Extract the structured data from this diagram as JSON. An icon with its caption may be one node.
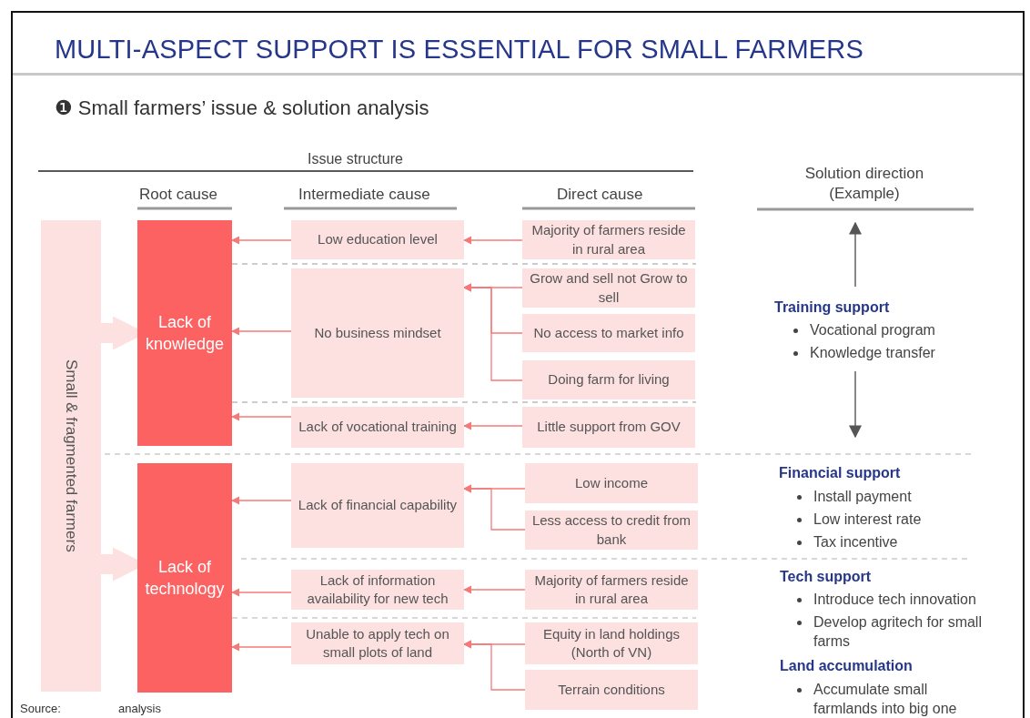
{
  "diagram": {
    "title": "MULTI-ASPECT SUPPORT IS ESSENTIAL FOR SMALL FARMERS",
    "nodes": [
      {
        "text": [
          "Small & fragmented farmers"
        ]
      },
      {
        "text": [
          "Lack of knowledge"
        ]
      },
      {
        "text": [
          "Lack of technology"
        ]
      },
      {
        "text": [
          "Low education level"
        ]
      },
      {
        "text": [
          "No business mindset"
        ]
      },
      {
        "text": [
          "Lack of vocational training"
        ]
      },
      {
        "text": [
          "Lack of financial capability"
        ]
      },
      {
        "text": [
          "Lack of information availability for new tech"
        ]
      },
      {
        "text": [
          "Unable to apply tech on small plots of land"
        ]
      },
      {
        "text": [
          "Majority of farmers reside in rural area"
        ]
      },
      {
        "text": [
          "Grow and sell not Grow to sell"
        ]
      },
      {
        "text": [
          "No access to market info"
        ]
      },
      {
        "text": [
          "Doing farm for living"
        ]
      },
      {
        "text": [
          "Little support from GOV"
        ]
      },
      {
        "text": [
          "Low income"
        ]
      },
      {
        "text": [
          "Less access to credit from bank"
        ]
      },
      {
        "text": [
          "Majority of farmers reside in rural area"
        ]
      },
      {
        "text": [
          "Equity in land holdings (North of VN)"
        ]
      },
      {
        "text": [
          "Terrain conditions"
        ]
      }
    ],
    "edges": [
      {
        "from": 0,
        "to": 1,
        "arrow": "to",
        "style": "thick",
        "color": "#fde0e0"
      },
      {
        "from": 0,
        "to": 2,
        "arrow": "to",
        "style": "thick",
        "color": "#fde0e0"
      },
      {
        "from": 3,
        "to": 1,
        "arrow": "to"
      },
      {
        "from": 4,
        "to": 1,
        "arrow": "to"
      },
      {
        "from": 5,
        "to": 1,
        "arrow": "to"
      },
      {
        "from": 6,
        "to": 2,
        "arrow": "to"
      },
      {
        "from": 7,
        "to": 2,
        "arrow": "to"
      },
      {
        "from": 8,
        "to": 2,
        "arrow": "to"
      },
      {
        "from": 9,
        "to": 3,
        "arrow": "to"
      },
      {
        "from": 10,
        "to": 4,
        "arrow": "to"
      },
      {
        "from": 11,
        "to": 4,
        "arrow": "to"
      },
      {
        "from": 12,
        "to": 4,
        "arrow": "to"
      },
      {
        "from": 13,
        "to": 5,
        "arrow": "to"
      },
      {
        "from": 14,
        "to": 6,
        "arrow": "to"
      },
      {
        "from": 15,
        "to": 6,
        "arrow": "to"
      },
      {
        "from": 16,
        "to": 7,
        "arrow": "to"
      },
      {
        "from": 17,
        "to": 8,
        "arrow": "to"
      },
      {
        "from": 18,
        "to": 8,
        "arrow": "to"
      }
    ],
    "labels": [
      "❶ Small farmers’ issue & solution analysis",
      "Issue structure",
      "Root cause",
      "Intermediate cause",
      "Direct cause",
      "Solution direction (Example)",
      "Training support",
      "Vocational program",
      "Knowledge transfer",
      "Financial support",
      "Install payment",
      "Low interest rate",
      "Tax incentive",
      "Tech support",
      "Introduce tech innovation",
      "Develop agritech for small farms",
      "Land accumulation",
      "Accumulate small farmlands into big one",
      "Source:",
      "analysis"
    ]
  }
}
